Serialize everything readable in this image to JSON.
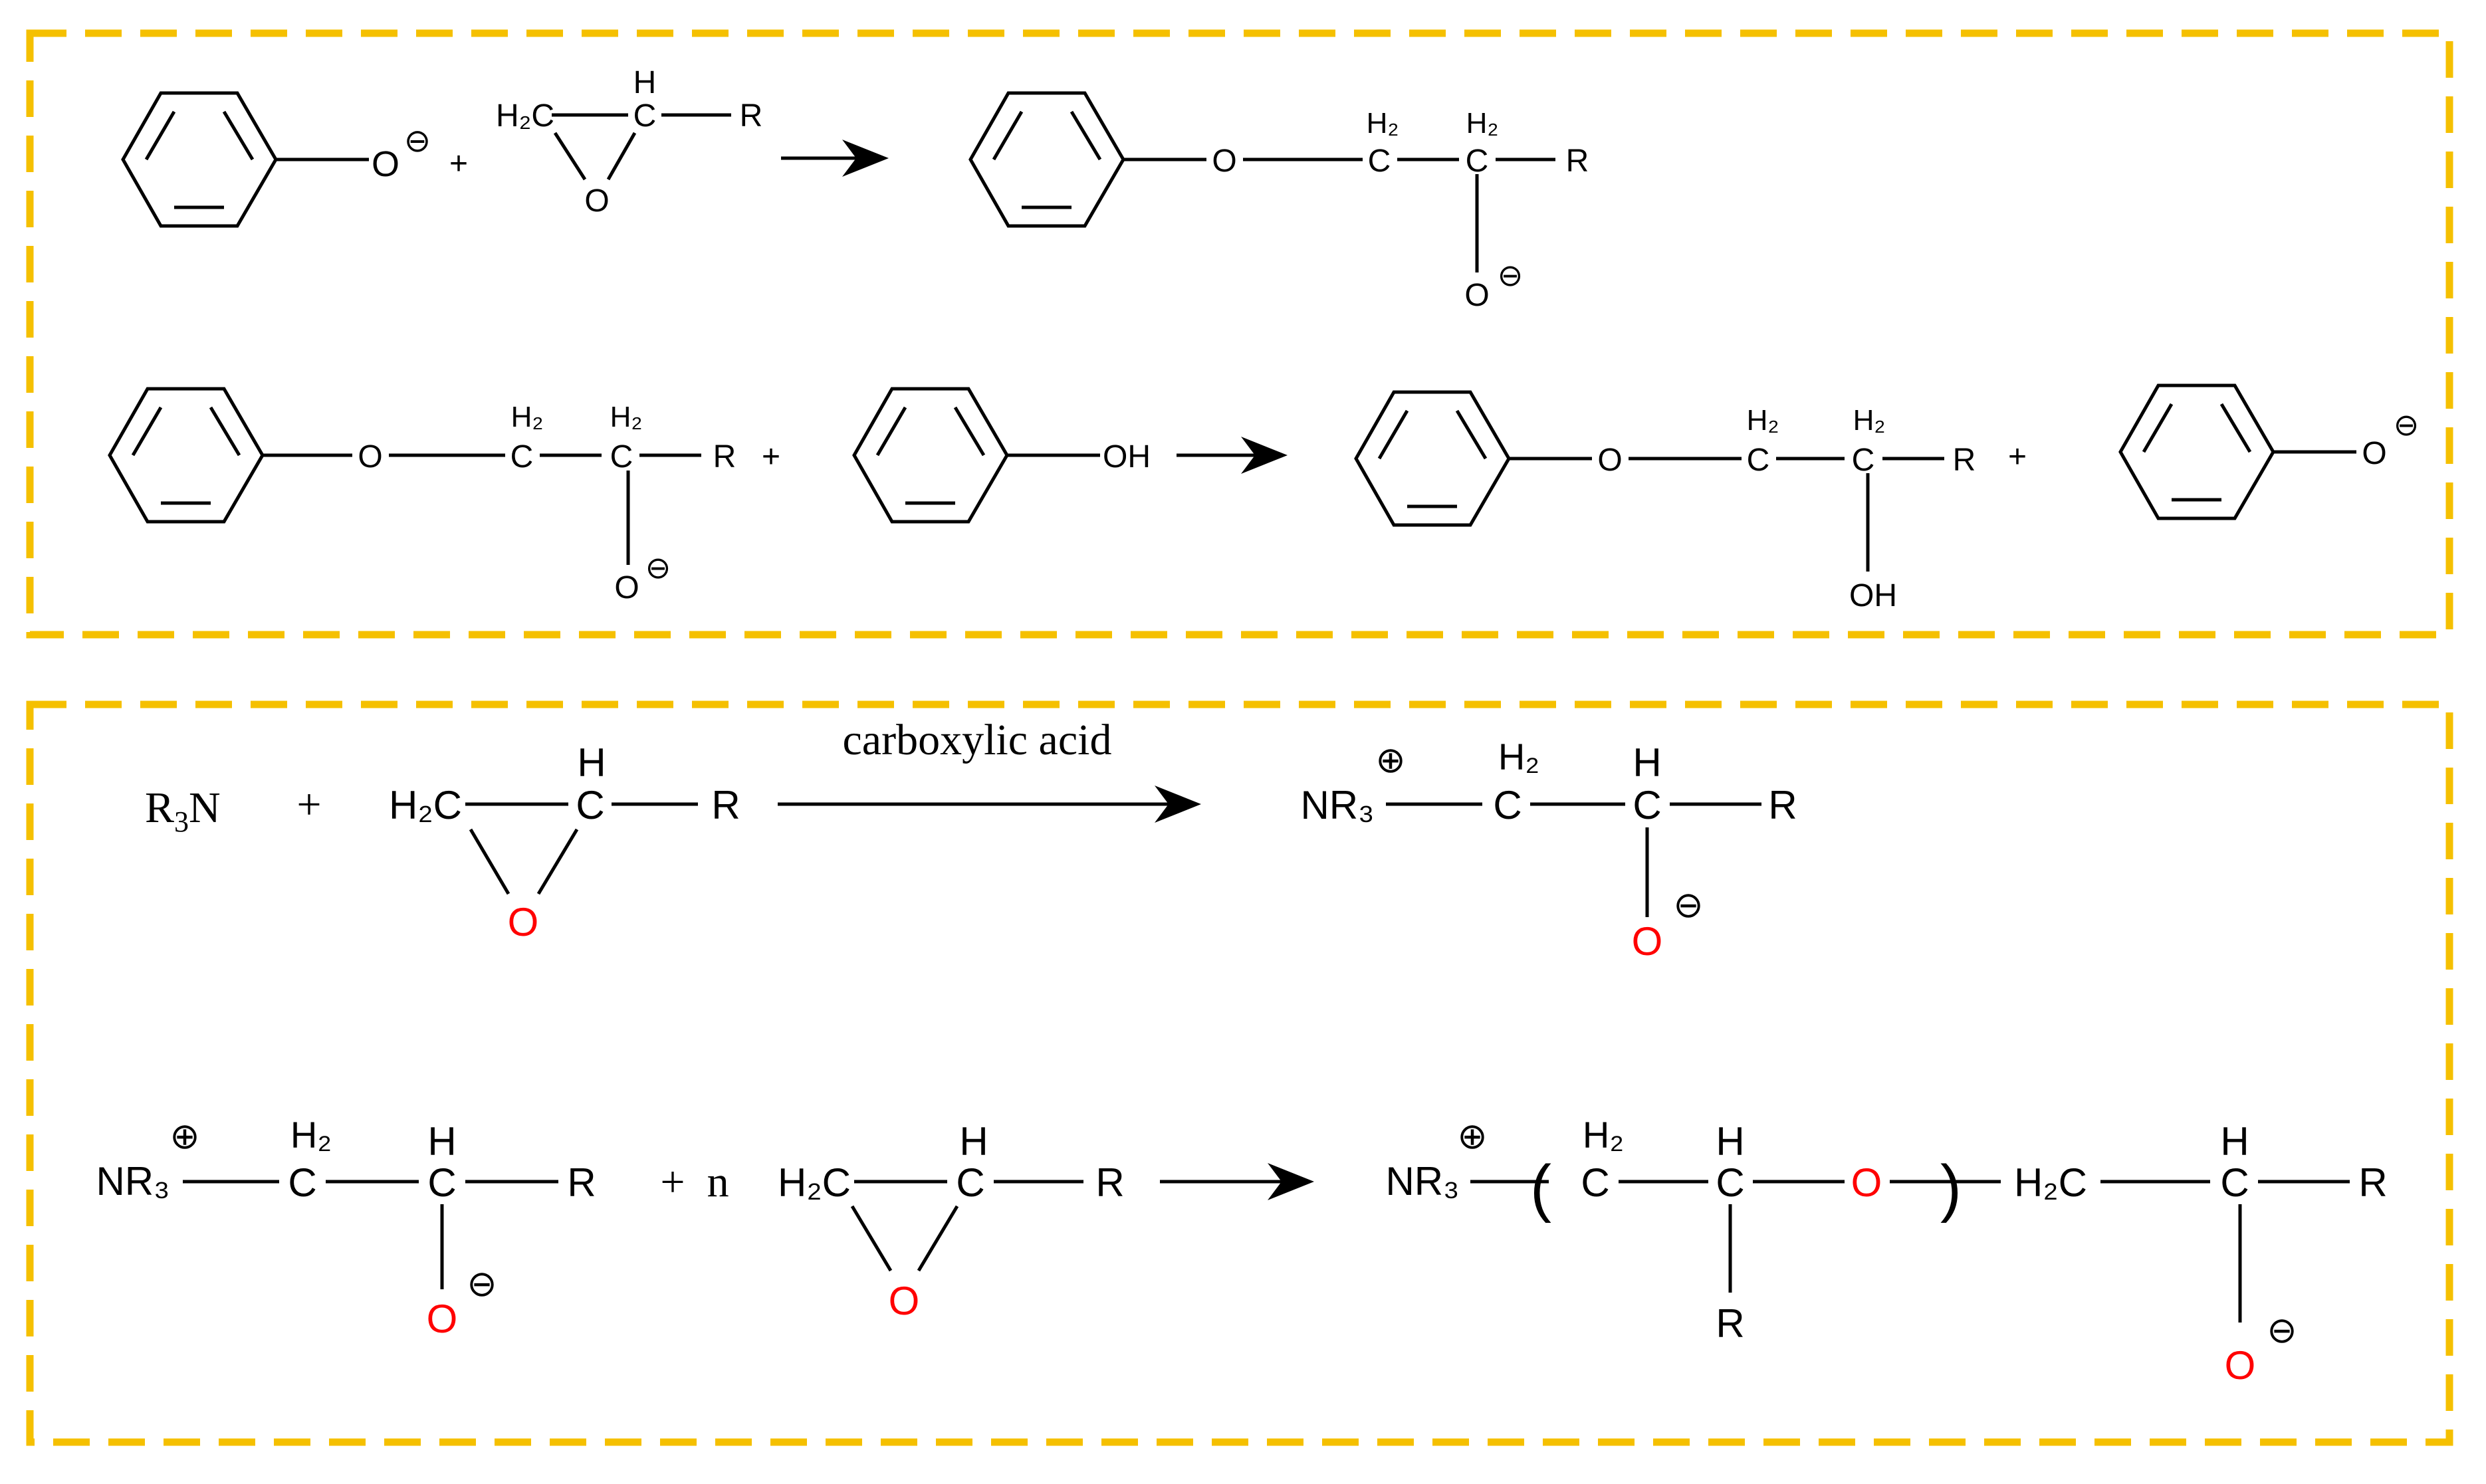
{
  "colors": {
    "box_border": "#f5c000",
    "oxygen_highlight": "#ff0000",
    "ink": "#000000"
  },
  "panel1": {
    "row1": {
      "phenoxide_O": "O",
      "charge_minus": "⊖",
      "plus": "+",
      "epoxide_H2C": "H₂C",
      "epoxide_H": "H",
      "epoxide_C": "C",
      "epoxide_R": "R",
      "epoxide_O": "O",
      "product_O": "O",
      "product_H2_a": "H₂",
      "product_C_a": "C",
      "product_H2_b": "H₂",
      "product_C_b": "C",
      "product_R": "R",
      "product_Ominus": "O"
    },
    "row2": {
      "reactant_O": "O",
      "reactant_H2_a": "H₂",
      "reactant_C_a": "C",
      "reactant_H2_b": "H₂",
      "reactant_C_b": "C",
      "reactant_R": "R",
      "reactant_Ominus": "O",
      "plus1": "+",
      "phenol_OH": "OH",
      "product_O": "O",
      "product_H2_a": "H₂",
      "product_C_a": "C",
      "product_H2_b": "H₂",
      "product_C_b": "C",
      "product_R": "R",
      "product_OH": "OH",
      "plus2": "+",
      "phenoxide_O": "O"
    }
  },
  "panel2": {
    "row1": {
      "amine_R": "R",
      "amine_sub": "3",
      "amine_N": "N",
      "plus": "+",
      "epoxide_H2C": "H₂C",
      "epoxide_H": "H",
      "epoxide_C": "C",
      "epoxide_R": "R",
      "epoxide_O": "O",
      "arrow_label": "carboxylic acid",
      "charge_plus": "⊕",
      "charge_minus": "⊖",
      "product_NR3": "NR₃",
      "product_H2": "H₂",
      "product_C_a": "C",
      "product_H": "H",
      "product_C_b": "C",
      "product_R": "R",
      "product_O": "O"
    },
    "row2": {
      "reactant_NR3": "NR₃",
      "reactant_H2": "H₂",
      "reactant_C_a": "C",
      "reactant_H": "H",
      "reactant_C_b": "C",
      "reactant_R": "R",
      "reactant_O": "O",
      "plus_n": "+  n",
      "epoxide_H2C": "H₂C",
      "epoxide_H": "H",
      "epoxide_C": "C",
      "epoxide_R": "R",
      "epoxide_O": "O",
      "product_NR3": "NR₃",
      "paren_open": "(",
      "product_H2": "H₂",
      "product_C_a": "C",
      "product_H_a": "H",
      "product_C_b": "C",
      "product_R_branch": "R",
      "product_O_chain": "O",
      "paren_close": ")",
      "product_H2C": "H₂C",
      "product_H_b": "H",
      "product_C_c": "C",
      "product_R": "R",
      "product_Ominus": "O"
    }
  }
}
